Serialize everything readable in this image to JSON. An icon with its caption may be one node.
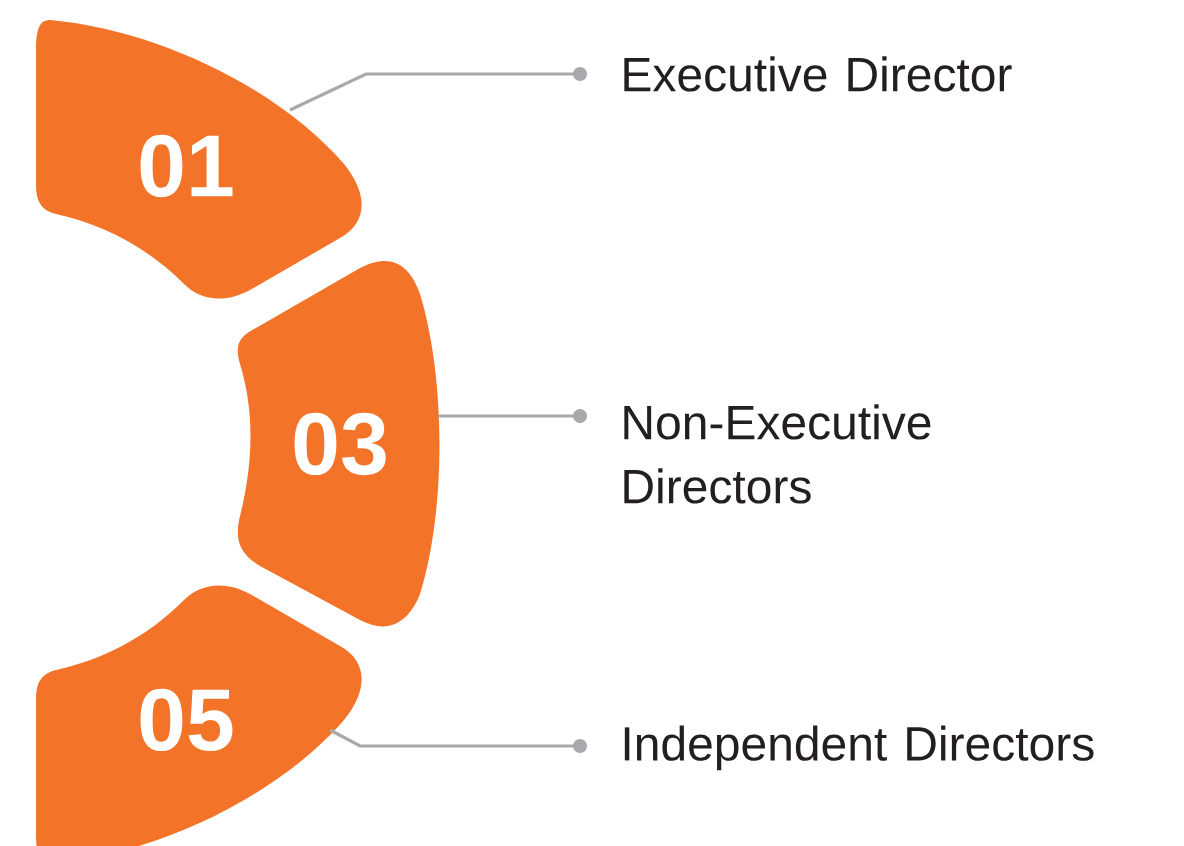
{
  "diagram": {
    "nodes": [
      {
        "text": [
          "01"
        ]
      },
      {
        "text": [
          "03"
        ]
      },
      {
        "text": [
          "05"
        ]
      },
      {
        "text": [
          "Executive Director"
        ]
      },
      {
        "text": [
          "Non-Executive Directors"
        ]
      },
      {
        "text": [
          "Independent Directors"
        ]
      }
    ],
    "edges": [
      {
        "from": 0,
        "to": 3,
        "arrow": "other"
      },
      {
        "from": 1,
        "to": 4,
        "arrow": "other"
      },
      {
        "from": 2,
        "to": 5,
        "arrow": "other"
      }
    ]
  }
}
